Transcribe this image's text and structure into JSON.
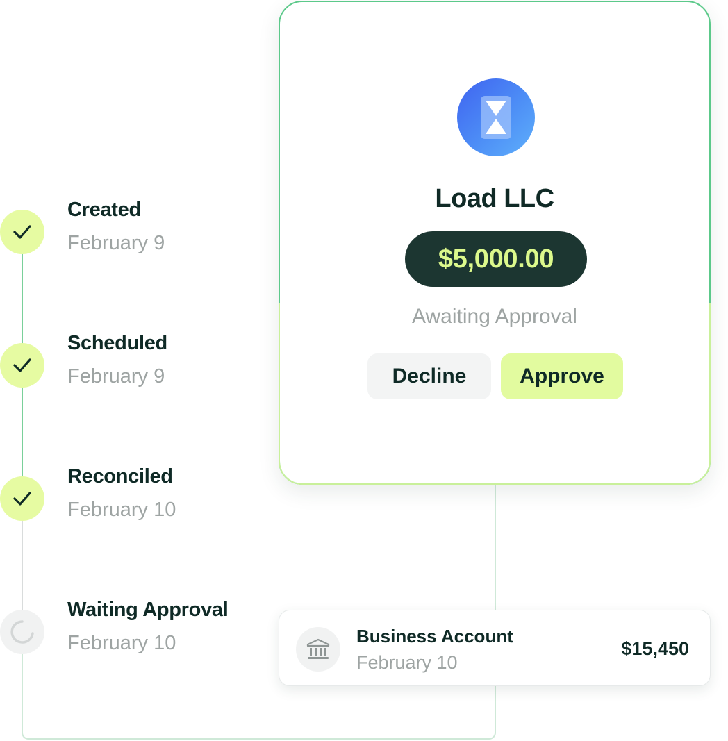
{
  "timeline": {
    "steps": [
      {
        "label": "Created",
        "date": "February 9",
        "status": "done"
      },
      {
        "label": "Scheduled",
        "date": "February 9",
        "status": "done"
      },
      {
        "label": "Reconciled",
        "date": "February 10",
        "status": "done"
      },
      {
        "label": "Waiting Approval",
        "date": "February 10",
        "status": "pending"
      }
    ]
  },
  "payment_card": {
    "icon": "hourglass-icon",
    "company": "Load LLC",
    "amount": "$5,000.00",
    "status": "Awaiting Approval",
    "decline_label": "Decline",
    "approve_label": "Approve"
  },
  "account": {
    "icon": "bank-icon",
    "name": "Business Account",
    "date": "February 10",
    "balance": "$15,450"
  },
  "colors": {
    "accent_lime": "#e2fb9f",
    "dark_green": "#1c3631",
    "amount_text": "#dcf98c",
    "success_line": "#7ad09a",
    "avatar_blue": "#4d8ef6"
  }
}
